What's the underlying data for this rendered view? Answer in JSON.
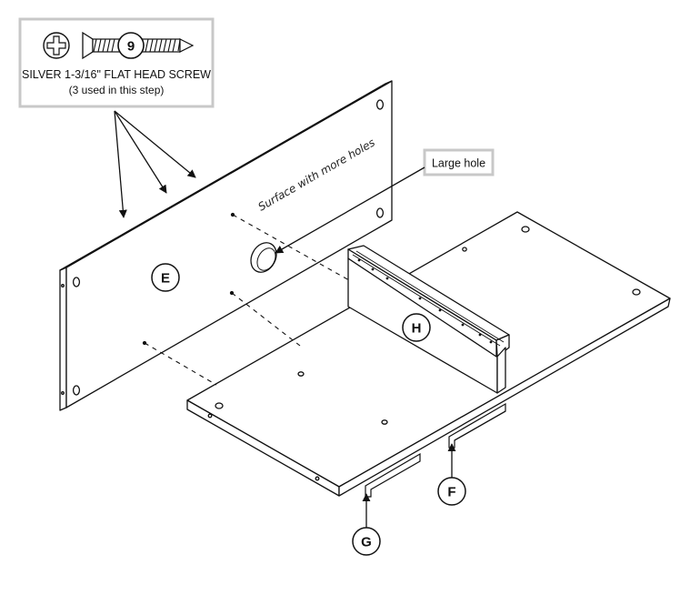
{
  "screw_callout": {
    "number": "9",
    "name": "SILVER 1-3/16\" FLAT HEAD SCREW",
    "quantity_note": "(3 used in this step)",
    "icons": [
      "phillips-screw-head-icon",
      "flat-head-screw-icon"
    ]
  },
  "annotations": {
    "large_hole": "Large hole",
    "surface_note": "Surface with more holes"
  },
  "parts": {
    "e": "E",
    "h": "H",
    "f": "F",
    "g": "G"
  },
  "colors": {
    "line": "#1a1a1a",
    "callout_border": "#c8c8c8",
    "panel_fill": "#ffffff"
  }
}
